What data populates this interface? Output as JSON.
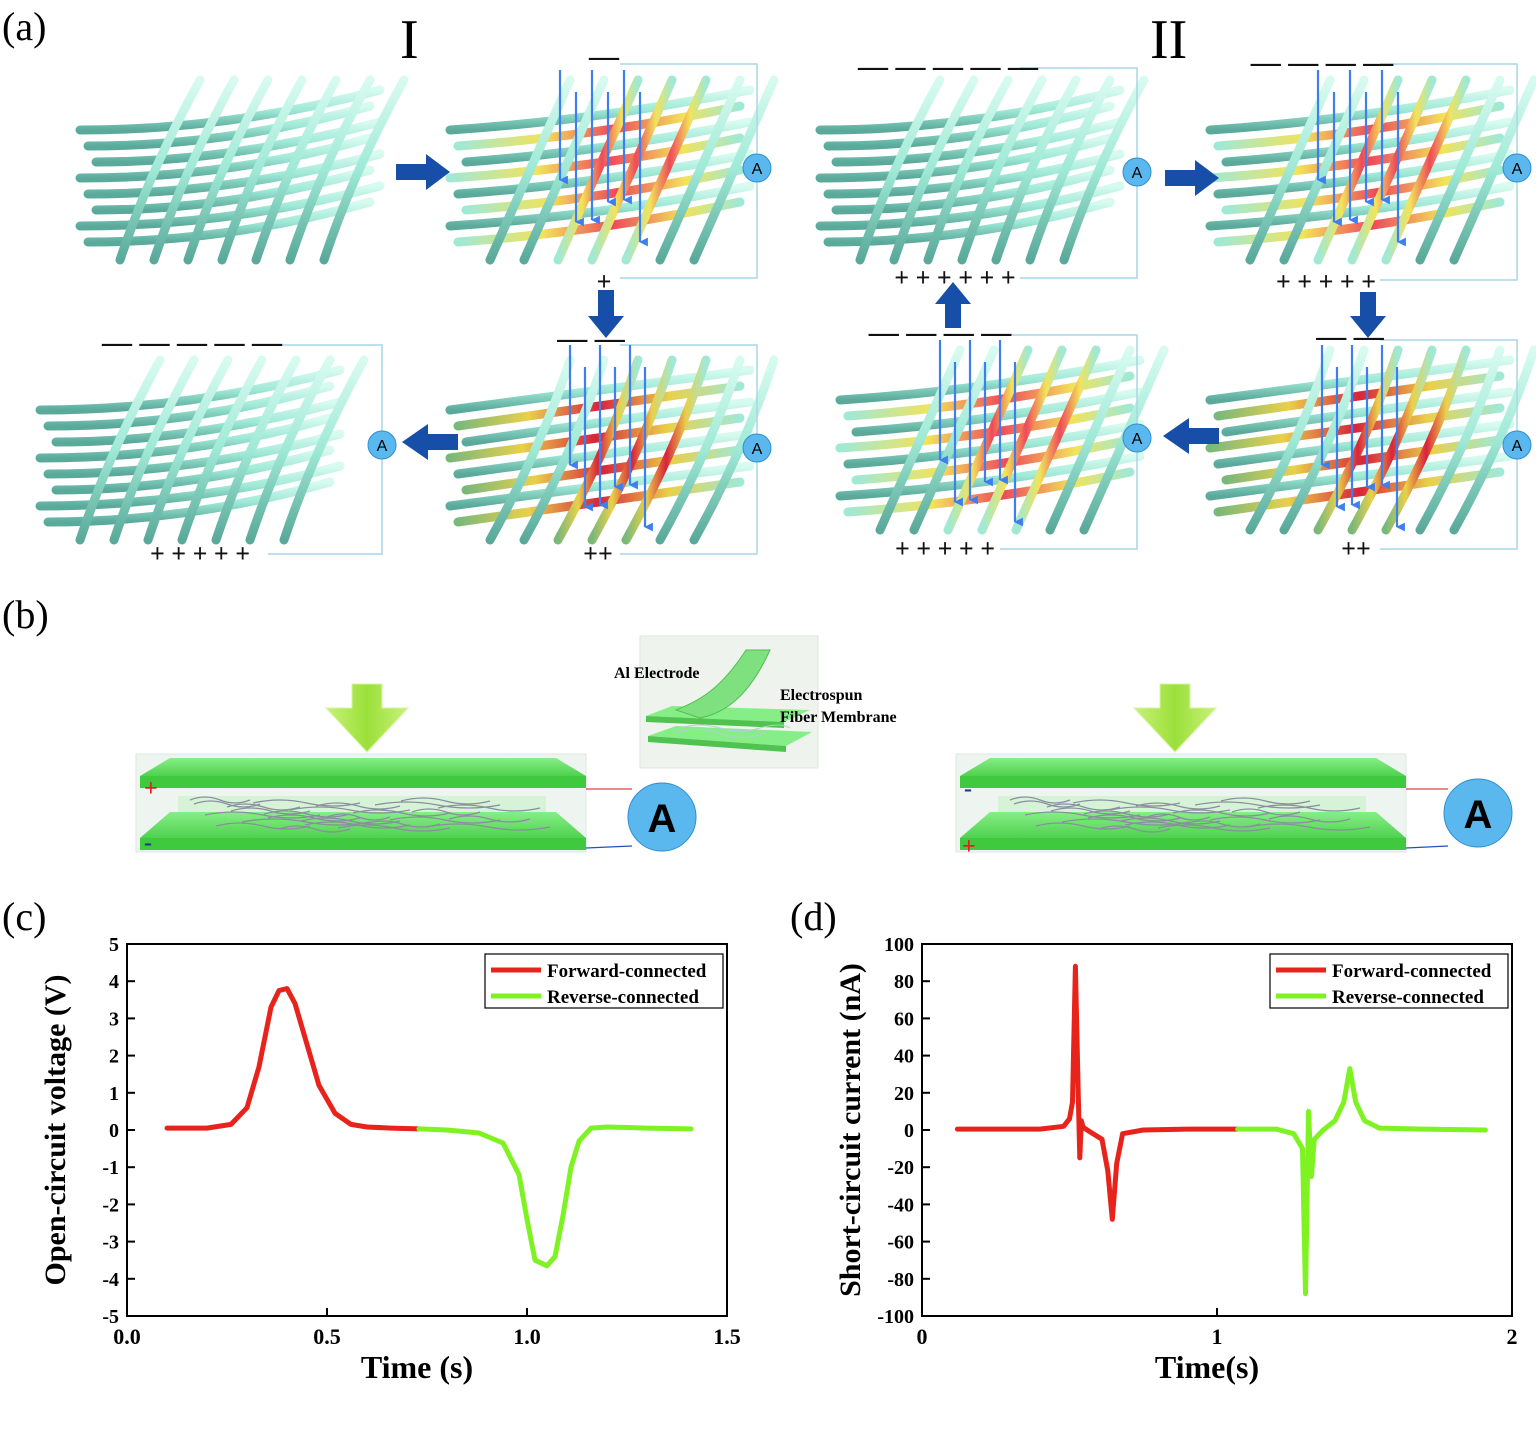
{
  "panel_a": {
    "label": "(a)",
    "case_I": "I",
    "case_II": "II",
    "ammeter": "A",
    "charges": {
      "I_step1_top": "—",
      "I_step1_bottom": "+",
      "I_step2_top": "— —",
      "I_step2_bottom": "++",
      "I_step3_top": "— — — — —",
      "I_step3_bottom": "+ + + + +",
      "II_step0_top": "— — — — —",
      "II_step0_bottom": "+ + + + + +",
      "II_step1_top": "— — — —",
      "II_step1_bottom": "+ + + + +",
      "II_step2_top": "— —",
      "II_step2_bottom": "++",
      "II_step3_top": "— — — —",
      "II_step3_bottom": "+ + + + +"
    }
  },
  "panel_b": {
    "label": "(b)",
    "inset_electrode": "Al Electrode",
    "inset_fiber_1": "Electrospun",
    "inset_fiber_2": "Fiber Membrane",
    "ammeter": "A",
    "left_top_sign": "+",
    "left_bottom_sign": "-",
    "right_top_sign": "-",
    "right_bottom_sign": "+",
    "colors": {
      "plate": "#6be86b",
      "plate_dark": "#3fc93f",
      "ammeter": "#5bb8ef",
      "plus": "#e02020",
      "minus": "#1a3a8a"
    }
  },
  "panel_c": {
    "label": "(c)",
    "chart_data": {
      "type": "line",
      "xlabel": "Time (s)",
      "ylabel": "Open-circuit voltage (V)",
      "xlim": [
        0.0,
        1.5
      ],
      "ylim": [
        -5,
        5
      ],
      "xticks": [
        "0.0",
        "0.5",
        "1.0",
        "1.5"
      ],
      "yticks": [
        "5",
        "4",
        "3",
        "2",
        "1",
        "0",
        "-1",
        "-2",
        "-3",
        "-4",
        "-5"
      ],
      "legend_position": "top-right",
      "series": [
        {
          "name": "Forward-connected",
          "color": "#e8231c",
          "x": [
            0.1,
            0.2,
            0.26,
            0.3,
            0.33,
            0.36,
            0.38,
            0.4,
            0.42,
            0.45,
            0.48,
            0.52,
            0.56,
            0.6,
            0.66,
            0.73
          ],
          "y": [
            0.05,
            0.05,
            0.15,
            0.6,
            1.7,
            3.3,
            3.75,
            3.8,
            3.4,
            2.3,
            1.2,
            0.45,
            0.15,
            0.08,
            0.05,
            0.03
          ]
        },
        {
          "name": "Reverse-connected",
          "color": "#7ff222",
          "x": [
            0.73,
            0.8,
            0.88,
            0.94,
            0.98,
            1.0,
            1.02,
            1.05,
            1.07,
            1.09,
            1.11,
            1.13,
            1.16,
            1.2,
            1.3,
            1.41
          ],
          "y": [
            0.03,
            0.0,
            -0.08,
            -0.35,
            -1.2,
            -2.4,
            -3.5,
            -3.65,
            -3.4,
            -2.3,
            -1.0,
            -0.3,
            0.05,
            0.08,
            0.05,
            0.03
          ]
        }
      ]
    }
  },
  "panel_d": {
    "label": "(d)",
    "chart_data": {
      "type": "line",
      "xlabel": "Time(s)",
      "ylabel": "Short-circuit current  (nA)",
      "xlim": [
        0,
        2
      ],
      "ylim": [
        -100,
        100
      ],
      "xticks": [
        "0",
        "1",
        "2"
      ],
      "yticks": [
        "100",
        "80",
        "60",
        "40",
        "20",
        "0",
        "-20",
        "-40",
        "-60",
        "-80",
        "-100"
      ],
      "legend_position": "top-right",
      "series": [
        {
          "name": "Forward-connected",
          "color": "#e8231c",
          "x": [
            0.12,
            0.4,
            0.48,
            0.5,
            0.51,
            0.52,
            0.53,
            0.535,
            0.54,
            0.545,
            0.55,
            0.56,
            0.58,
            0.61,
            0.63,
            0.645,
            0.66,
            0.68,
            0.75,
            0.9,
            1.07
          ],
          "y": [
            0.5,
            0.5,
            2.0,
            6.0,
            15.0,
            88.0,
            18.0,
            -15.0,
            5.0,
            2.0,
            1.0,
            0.0,
            -2.0,
            -5.0,
            -22.0,
            -48.0,
            -18.0,
            -2.0,
            0.0,
            0.5,
            0.5
          ]
        },
        {
          "name": "Reverse-connected",
          "color": "#7ff222",
          "x": [
            1.07,
            1.2,
            1.26,
            1.29,
            1.3,
            1.31,
            1.32,
            1.33,
            1.36,
            1.4,
            1.43,
            1.45,
            1.47,
            1.5,
            1.55,
            1.7,
            1.91
          ],
          "y": [
            0.5,
            0.5,
            -2.0,
            -10.0,
            -88.0,
            10.0,
            -25.0,
            -5.0,
            0.0,
            5.0,
            15.0,
            33.0,
            15.0,
            5.0,
            1.0,
            0.5,
            0.0
          ]
        }
      ]
    }
  }
}
